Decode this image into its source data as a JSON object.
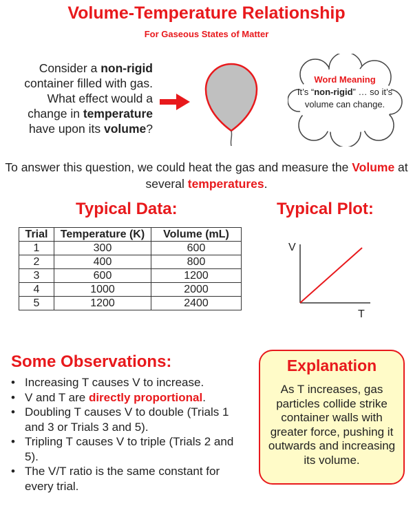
{
  "header": {
    "title": "Volume-Temperature Relationship",
    "subtitle": "For Gaseous States of Matter"
  },
  "question": {
    "p1": "Consider a ",
    "b1": "non-rigid",
    "p2": " container filled with gas. What effect would a change in ",
    "b2": "temperature",
    "p3": " have upon its ",
    "b3": "volume",
    "p4": "?"
  },
  "word_meaning": {
    "title": "Word Meaning",
    "p1": "It’s “",
    "b1": "non-rigid",
    "p2": "” … so it’s volume can change."
  },
  "answer": {
    "p1": "To answer this question, we could heat the gas and measure the ",
    "r1": "Volume",
    "p2": " at several ",
    "r2": "temperatures",
    "p3": "."
  },
  "data_heading": "Typical Data:",
  "plot_heading": "Typical Plot:",
  "table": {
    "headers": [
      "Trial",
      "Temperature (K)",
      "Volume (mL)"
    ],
    "rows": [
      [
        "1",
        "300",
        "600"
      ],
      [
        "2",
        "400",
        "800"
      ],
      [
        "3",
        "600",
        "1200"
      ],
      [
        "4",
        "1000",
        "2000"
      ],
      [
        "5",
        "1200",
        "2400"
      ]
    ]
  },
  "chart_data": {
    "type": "line",
    "title": "Typical Plot:",
    "xlabel": "T",
    "ylabel": "V",
    "series": [
      {
        "x": [
          0,
          1
        ],
        "y": [
          0,
          1
        ]
      }
    ],
    "series_color": "#e8191c",
    "grid": false
  },
  "observations": {
    "heading": "Some Observations:",
    "o1": "Increasing T causes V to increase.",
    "o2a": "V and T are ",
    "o2b": "directly proportional",
    "o2c": ".",
    "o3": "Doubling T causes V to double (Trials 1 and 3  or  Trials 3 and 5).",
    "o4": "Tripling T causes V to triple (Trials 2 and 5).",
    "o5": "The V/T ratio is the same constant for every trial."
  },
  "explanation": {
    "title": "Explanation",
    "body": "As T increases, gas particles collide strike container walls with greater force, pushing it outwards and increasing its volume."
  },
  "colors": {
    "accent_red": "#e8191c",
    "explanation_bg": "#fffbc8",
    "balloon_fill": "#c0c0c0"
  }
}
